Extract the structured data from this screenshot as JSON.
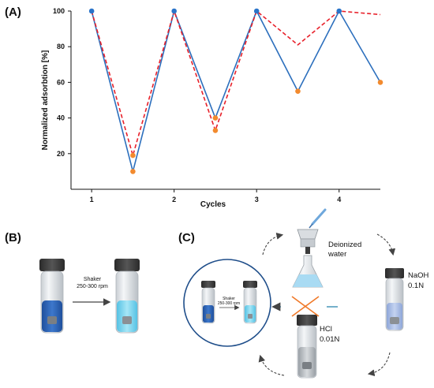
{
  "panels": {
    "a": "(A)",
    "b": "(B)",
    "c": "(C)"
  },
  "chart_data": {
    "type": "line",
    "x_label": "Cycles",
    "y_label": "Normalized adsorbtion [%]",
    "x_ticks": [
      "1",
      "2",
      "3",
      "4"
    ],
    "y_ticks": [
      "20",
      "40",
      "60",
      "80",
      "100"
    ],
    "xlim": [
      0.75,
      4.5
    ],
    "ylim": [
      0,
      100
    ],
    "legend": "none",
    "grid": false,
    "series": [
      {
        "color": "#2c6fbd",
        "style": "solid",
        "x": [
          1,
          1.5,
          2,
          2.5,
          3,
          3.5,
          4,
          4.5
        ],
        "y": [
          100,
          10,
          100,
          40,
          100,
          55,
          100,
          60
        ]
      },
      {
        "color": "#e8202a",
        "style": "dashed",
        "x": [
          1,
          1.5,
          2,
          2.5,
          3,
          3.5,
          4,
          4.5
        ],
        "y": [
          100,
          19,
          100,
          33,
          100,
          81,
          100,
          98
        ]
      }
    ],
    "markers": {
      "blue": {
        "color": "#2a74c9",
        "x": [
          1,
          2,
          3,
          4
        ],
        "y": [
          100,
          100,
          100,
          100
        ]
      },
      "orange": {
        "color": "#f28a2e",
        "x": [
          1.5,
          1.5,
          2.5,
          2.5,
          3.5,
          4.5
        ],
        "y": [
          10,
          19,
          33,
          40,
          55,
          60
        ]
      }
    }
  },
  "panel_b": {
    "shaker_line1": "Shaker",
    "shaker_line2": "250-300 rpm"
  },
  "panel_c": {
    "water_line1": "Deionized",
    "water_line2": "water",
    "naoh_line1": "NaOH",
    "naoh_line2": "0.1N",
    "hcl_line1": "HCl",
    "hcl_line2": "0.01N",
    "shaker_line1": "Shaker",
    "shaker_line2": "250-300 rpm"
  },
  "colors": {
    "vial_blue": "#2f65b8",
    "vial_light": "#7fd6ef",
    "cap": "#3b3b3b",
    "arrow": "#444444",
    "cross": "#f07a2a",
    "circle": "#1f4e8a"
  }
}
